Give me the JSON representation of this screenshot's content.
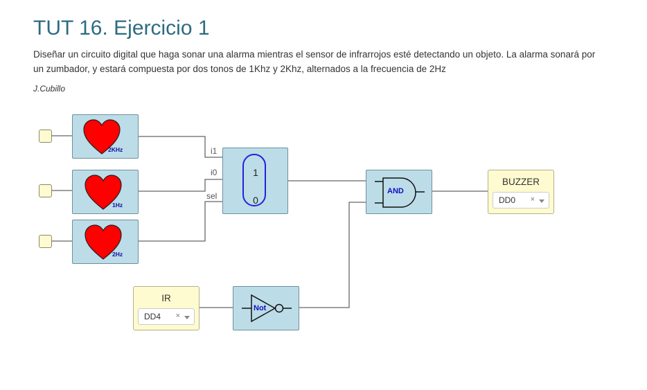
{
  "page": {
    "title": "TUT 16. Ejercicio 1",
    "description": "Diseñar un circuito digital que haga sonar una alarma mientras el sensor de infrarrojos esté detectando un objeto. La alarma sonará por un zumbador, y estará compuesta por dos tonos de 1Khz y 2Khz, alternados a la frecuencia de 2Hz",
    "author": "J.Cubillo"
  },
  "circuit": {
    "clocks": [
      {
        "label": "2KHz"
      },
      {
        "label": "1Hz"
      },
      {
        "label": "2Hz"
      }
    ],
    "mux": {
      "inputs": [
        "i1",
        "i0",
        "sel"
      ],
      "values": [
        "1",
        "0"
      ]
    },
    "and_gate": {
      "label": "AND"
    },
    "not_gate": {
      "label": "Not"
    },
    "buzzer": {
      "title": "BUZZER",
      "pin": "DD0",
      "clear": "×"
    },
    "ir_sensor": {
      "title": "IR",
      "pin": "DD4",
      "clear": "×"
    }
  },
  "colors": {
    "block_fill": "#bcdce8",
    "io_fill": "#fdfbcf",
    "heart": "#ff0000",
    "wire": "#555555",
    "label_blue": "#1010c0",
    "title": "#2e6b80"
  },
  "icons": [
    "heart-icon",
    "and-gate-icon",
    "not-gate-icon",
    "chevron-down-icon",
    "close-icon"
  ]
}
